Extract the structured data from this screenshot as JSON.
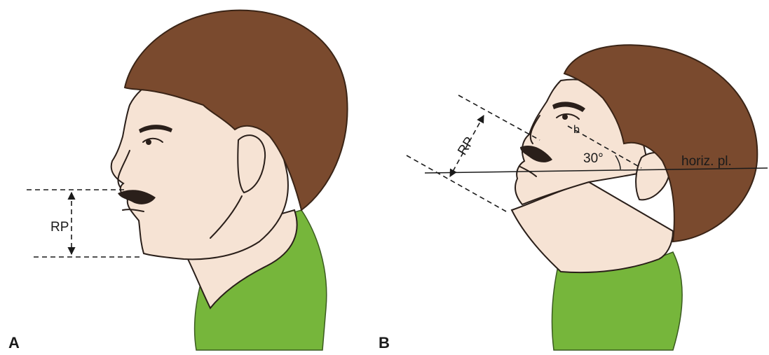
{
  "panels": [
    {
      "label": "A",
      "annotations": {
        "rp": "RP"
      }
    },
    {
      "label": "B",
      "annotations": {
        "rp": "RP",
        "point_b": "b",
        "angle": "30°",
        "plane": "horiz. pl."
      }
    }
  ],
  "colors": {
    "hair": "#7a4a2e",
    "skin": "#f6e3d4",
    "shirt": "#76b63b",
    "ink": "#1a1a1a"
  }
}
